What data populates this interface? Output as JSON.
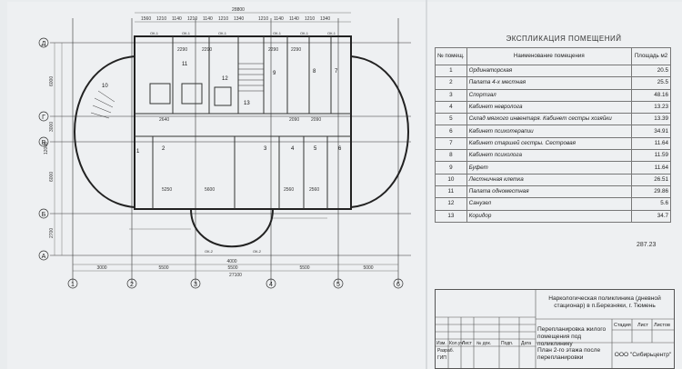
{
  "drawing": {
    "axis_letters": [
      "Д",
      "Г",
      "В",
      "Б",
      "А"
    ],
    "axis_numbers": [
      "1",
      "2",
      "3",
      "4",
      "5",
      "6"
    ],
    "dims_top_row1": [
      "1560",
      "1210",
      "1140",
      "1210",
      "1140",
      "1210",
      "1340",
      "1210",
      "1140",
      "1140",
      "1210",
      "1340"
    ],
    "dims_top_overall": "28800",
    "dims_bottom_row1": [
      "3000",
      "5500",
      "5500",
      "5500",
      "5000"
    ],
    "dims_bottom_overall": "27100",
    "dims_bottom_row2": "4000",
    "room_labels": [
      "1",
      "2",
      "3",
      "4",
      "5",
      "6",
      "7",
      "8",
      "9",
      "10",
      "11",
      "12",
      "13"
    ],
    "dims_inner": [
      "6000",
      "6000",
      "3000",
      "12000",
      "2700",
      "5250",
      "5600",
      "2560",
      "2560",
      "2640",
      "2090",
      "2090",
      "2290",
      "2290",
      "2290",
      "2290"
    ],
    "window_tags": [
      "ОК-1",
      "ОК-1",
      "ОК-1",
      "ОК-1",
      "ОК-1",
      "ОК-1",
      "ОК-2",
      "ОК-2"
    ]
  },
  "explication": {
    "title": "ЭКСПЛИКАЦИЯ ПОМЕЩЕНИЙ",
    "col_num": "№ помещ.",
    "col_name": "Наименование помещения",
    "col_area": "Площадь м2",
    "rows": [
      {
        "num": "1",
        "name": "Ординаторская",
        "area": "20.5"
      },
      {
        "num": "2",
        "name": "Палата 4-х местная",
        "area": "25.5"
      },
      {
        "num": "3",
        "name": "Спортзал",
        "area": "48.16"
      },
      {
        "num": "4",
        "name": "Кабинет невролога",
        "area": "13.23"
      },
      {
        "num": "5",
        "name": "Склад мягкого инвентаря. Кабинет сестры хозяйки",
        "area": "13.39"
      },
      {
        "num": "6",
        "name": "Кабинет психотерапии",
        "area": "34.91"
      },
      {
        "num": "7",
        "name": "Кабинет старшей сестры. Сестровая",
        "area": "11.64"
      },
      {
        "num": "8",
        "name": "Кабинет психолога",
        "area": "11.59"
      },
      {
        "num": "9",
        "name": "Буфет",
        "area": "11.64"
      },
      {
        "num": "10",
        "name": "Лестничная клетка",
        "area": "26.51"
      },
      {
        "num": "11",
        "name": "Палата одноместная",
        "area": "29.86"
      },
      {
        "num": "12",
        "name": "Санузел",
        "area": "5.6"
      },
      {
        "num": "13",
        "name": "Коридор",
        "area": "34.7"
      }
    ],
    "total": "287.23"
  },
  "title_block": {
    "organization": "Наркологическая поликлиника (дневной стационар) в п.Березняки, г. Тюмень",
    "project": "Перепланировка жилого помещения под поликлинику",
    "sheet_name": "План 2-го этажа после перепланировки",
    "company": "ООО \"Сибирьцентр\"",
    "col_stage": "Стадия",
    "col_sheet": "Лист",
    "col_sheets": "Листов",
    "row_labels": [
      "Изм.",
      "Кол.уч",
      "Лист",
      "№ док.",
      "Подп.",
      "Дата"
    ],
    "sign_rows": [
      "Разраб.",
      "ГИП"
    ]
  }
}
